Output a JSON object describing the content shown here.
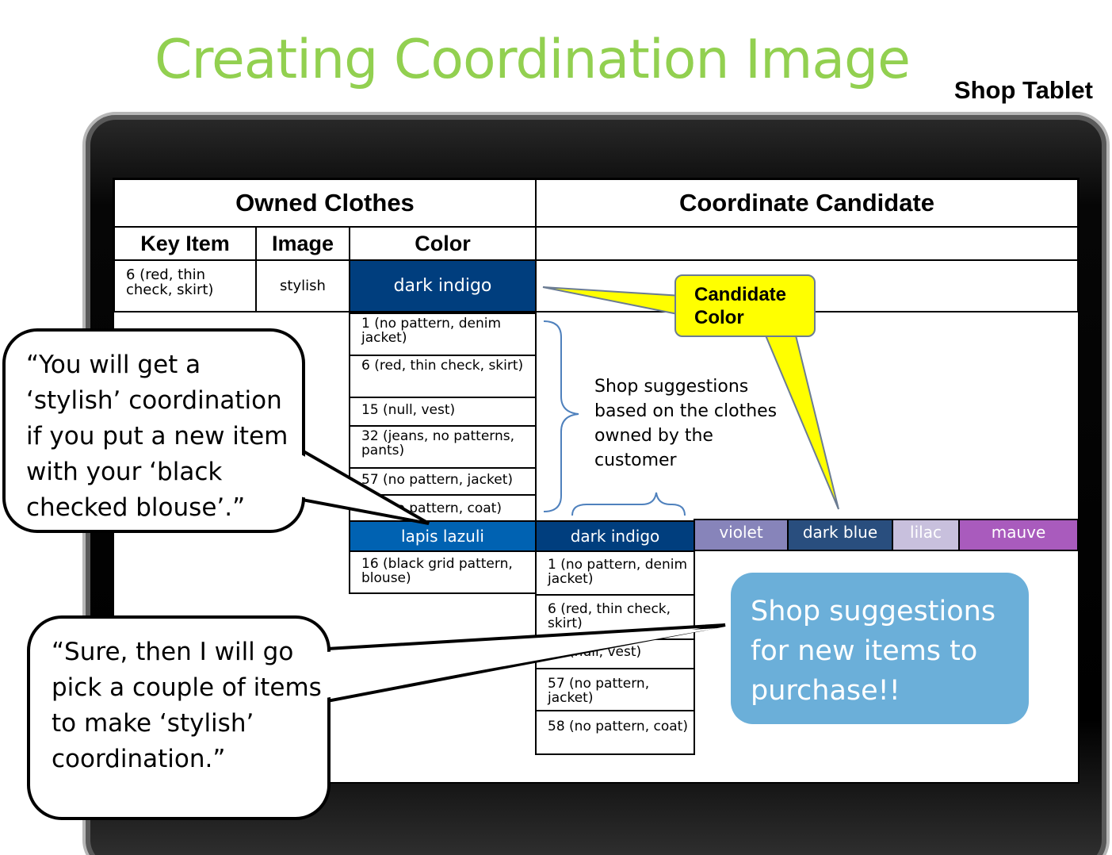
{
  "title": "Creating Coordination Image",
  "subtitle": "Shop Tablet",
  "table": {
    "owned_header": "Owned Clothes",
    "candidate_header": "Coordinate Candidate",
    "col_key_item": "Key Item",
    "col_image": "Image",
    "col_color": "Color",
    "key_item_value": "6 (red, thin check, skirt)",
    "image_value": "stylish",
    "color_value": "dark indigo",
    "owned_items": [
      "1 (no pattern, denim jacket)",
      "6 (red, thin check, skirt)",
      "15 (null, vest)",
      "32 (jeans, no patterns, pants)",
      "57 (no pattern, jacket)",
      "58 (no pattern, coat)"
    ],
    "lapis_label": "lapis lazuli",
    "lapis_item": "16 (black grid pattern, blouse)",
    "candidate_colors": [
      {
        "label": "dark indigo",
        "color": "#003e7e"
      },
      {
        "label": "violet",
        "color": "#8784ba"
      },
      {
        "label": "dark blue",
        "color": "#294e7e"
      },
      {
        "label": "lilac",
        "color": "#c8c0dd"
      },
      {
        "label": "mauve",
        "color": "#a95bbd"
      }
    ],
    "candidate_items": [
      "1 (no pattern, denim jacket)",
      "6 (red, thin check, skirt)",
      "15 (null, vest)",
      "57 (no pattern, jacket)",
      "58  (no pattern, coat)"
    ]
  },
  "brace_note": "Shop suggestions based on the clothes owned by the customer",
  "candidate_callout": "Candidate Color",
  "bubble_customer_1": "“You will get a ‘stylish’ coordination if you put a new item with your ‘black checked blouse’.”",
  "bubble_customer_2": "“Sure, then I will go pick a couple of items to make ‘stylish’ coordination.”",
  "blue_box_text": "Shop suggestions for new items to purchase!!",
  "colors": {
    "title_green": "#92d050",
    "dark_indigo": "#003e7e",
    "lapis_lazuli": "#0062b2",
    "callout_yellow": "#ffff00",
    "suggestion_blue": "#6bafd9"
  }
}
